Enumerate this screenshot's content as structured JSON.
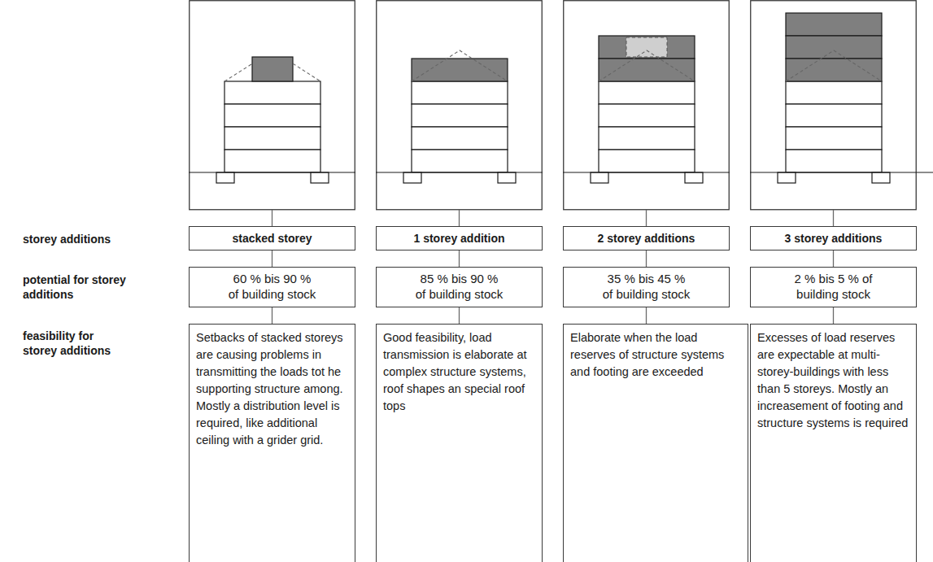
{
  "diagram": {
    "nodes": [
      {
        "text": [
          "stacked storey"
        ]
      },
      {
        "text": [
          "1 storey addition"
        ]
      },
      {
        "text": [
          "2 storey additions"
        ]
      },
      {
        "text": [
          "3 storey additions"
        ]
      },
      {
        "text": [
          "60 % bis 90 % of building stock"
        ]
      },
      {
        "text": [
          "85 % bis 90 % of building stock"
        ]
      },
      {
        "text": [
          "35 % bis 45 % of building stock"
        ]
      },
      {
        "text": [
          "2 % bis 5 % of building stock"
        ]
      },
      {
        "text": [
          "Setbacks of stacked storeys are causing problems in transmitting the loads tot he supporting structure among. Mostly a distribution level is required, like additional ceiling with a grider grid."
        ]
      },
      {
        "text": [
          "Good feasibility, load transmission is elaborate at complex structure systems, roof shapes an special roof tops"
        ]
      },
      {
        "text": [
          "Elaborate when the load reserves of structure systems and footing are exceeded"
        ]
      },
      {
        "text": [
          "Excesses of load reserves are expectable at multi-storey-buildings with less than 5 storeys. Mostly an increasement of footing and structure systems is required"
        ]
      }
    ],
    "edges": [
      {
        "from": 0,
        "to": 4,
        "arrow": "none"
      },
      {
        "from": 1,
        "to": 5,
        "arrow": "none"
      },
      {
        "from": 2,
        "to": 6,
        "arrow": "none"
      },
      {
        "from": 3,
        "to": 7,
        "arrow": "none"
      },
      {
        "from": 4,
        "to": 8,
        "arrow": "none"
      },
      {
        "from": 5,
        "to": 9,
        "arrow": "none"
      },
      {
        "from": 6,
        "to": 10,
        "arrow": "none"
      },
      {
        "from": 7,
        "to": 11,
        "arrow": "none"
      }
    ],
    "labels": [
      "storey additions",
      "potential for storey additions",
      "feasibility for storey additions"
    ]
  }
}
